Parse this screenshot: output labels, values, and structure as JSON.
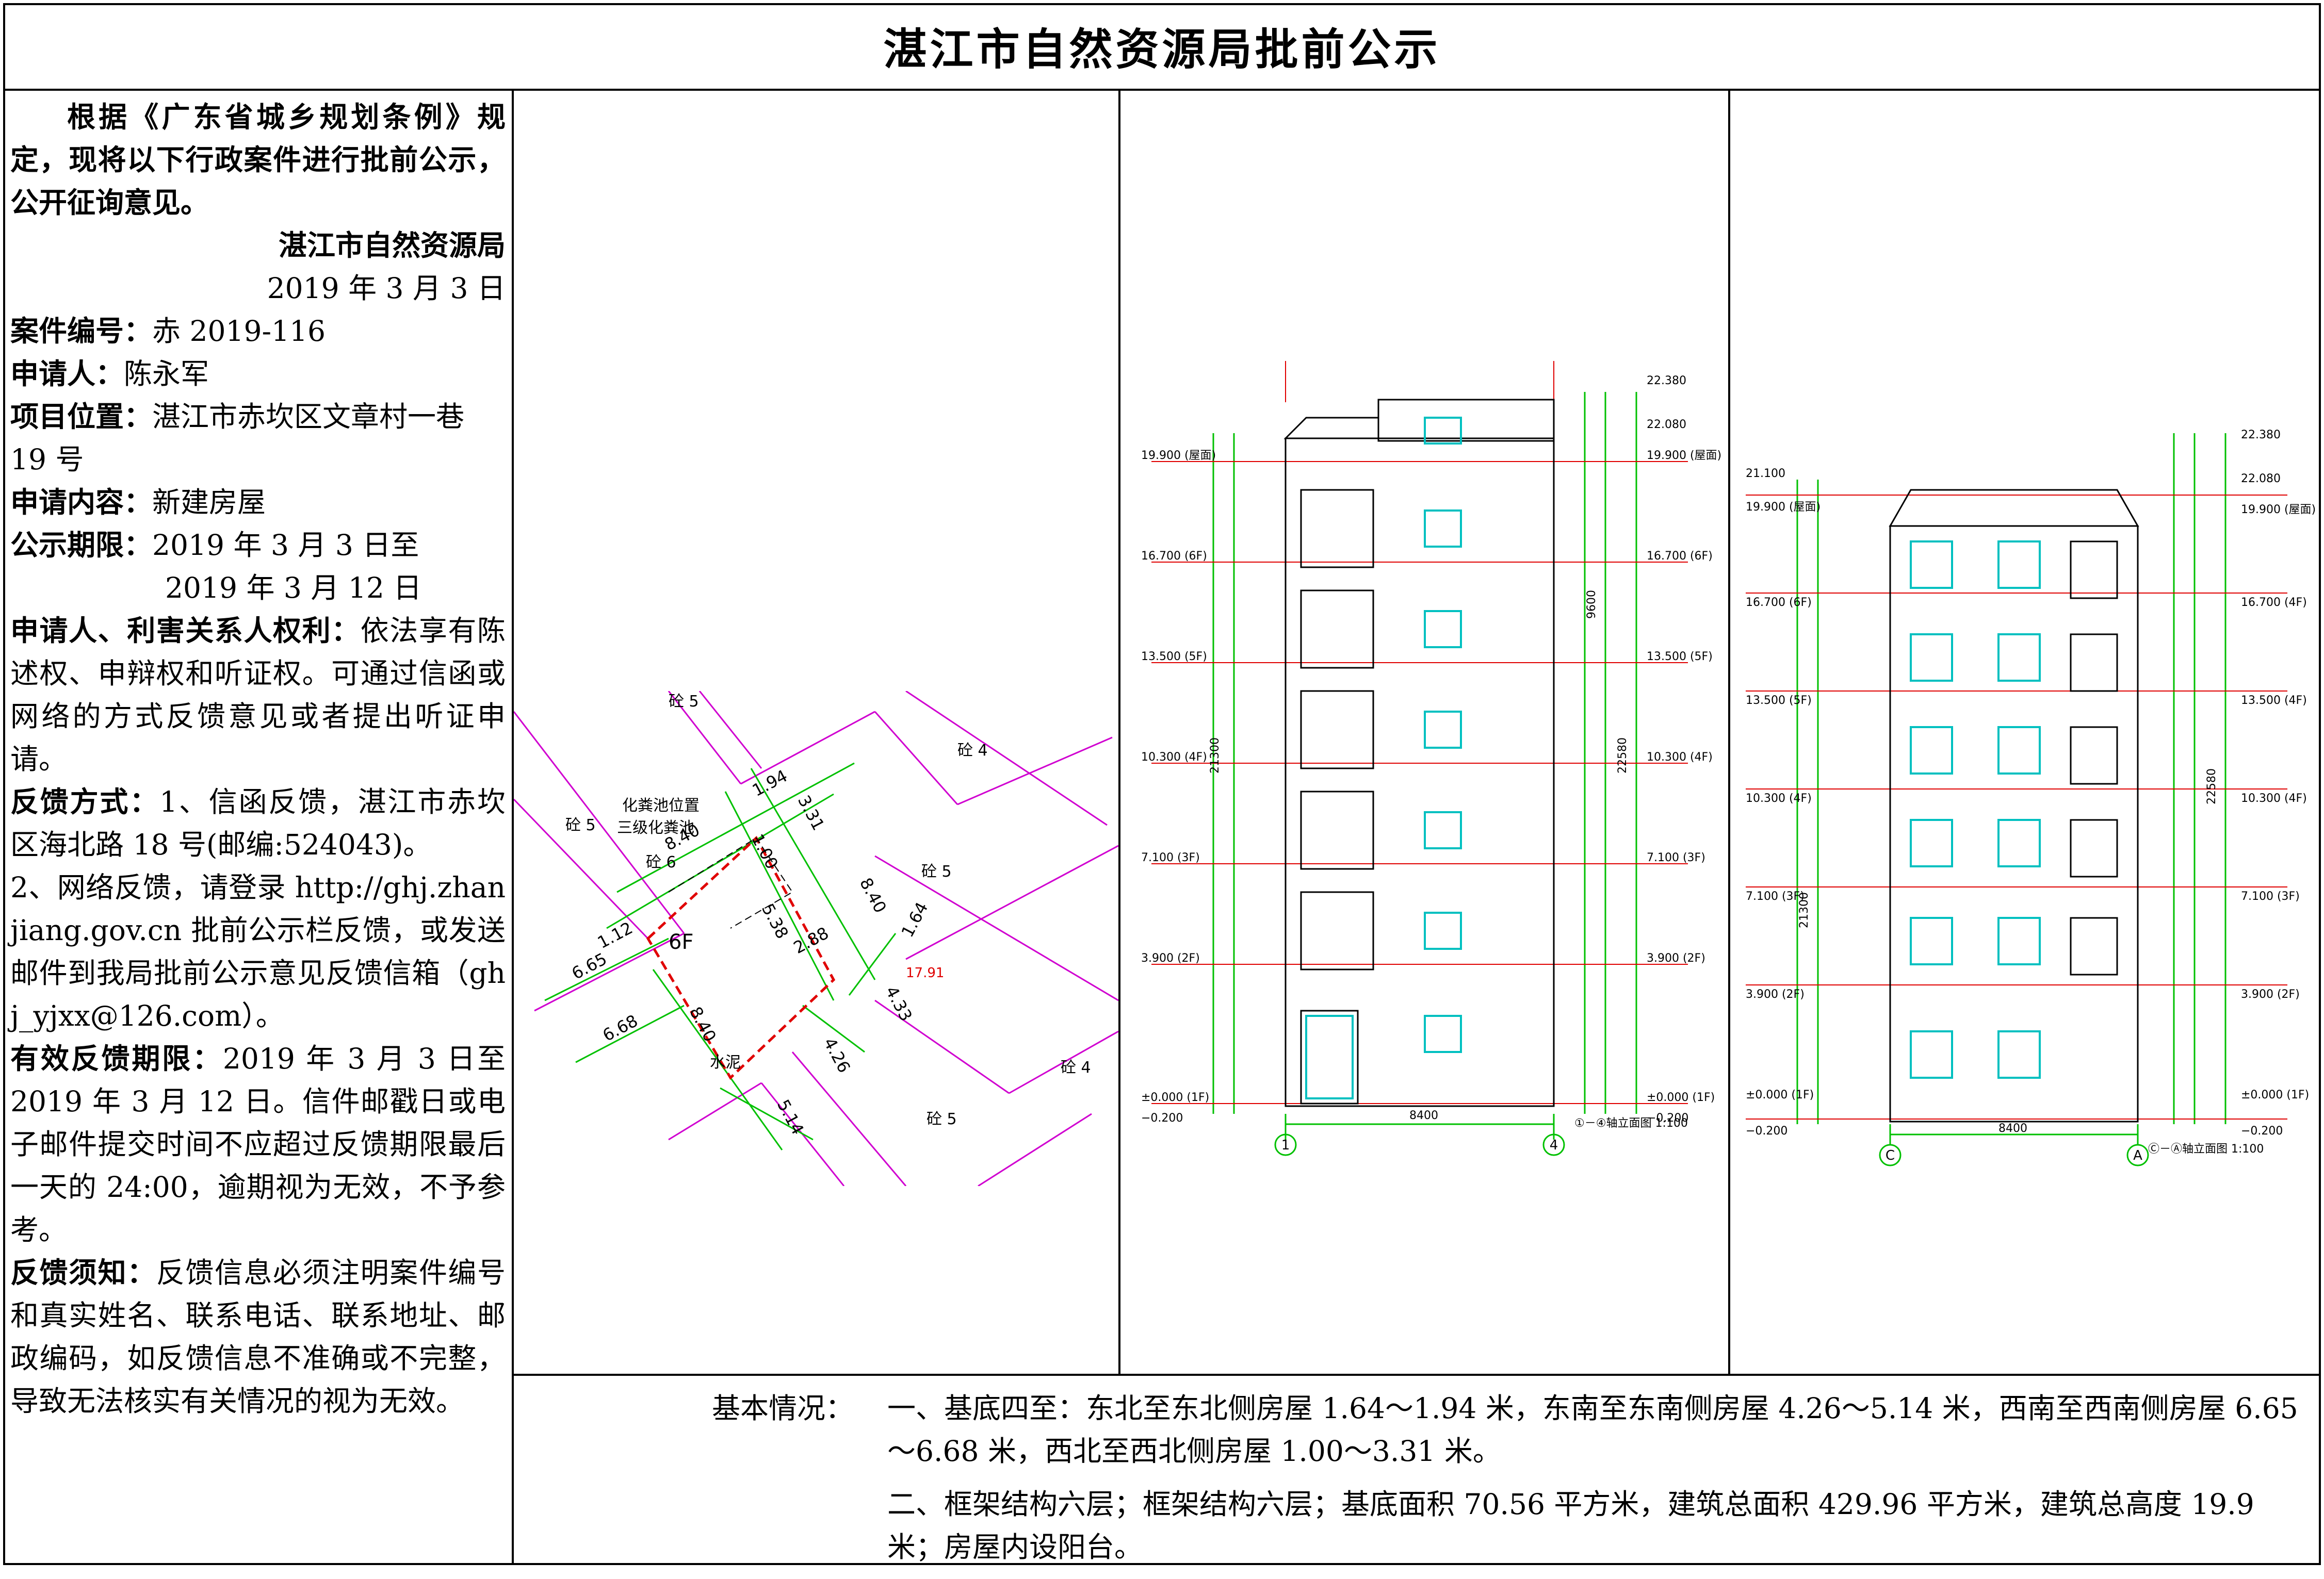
{
  "title": "湛江市自然资源局批前公示",
  "left": {
    "intro": "根据《广东省城乡规划条例》规定，现将以下行政案件进行批前公示，公开征询意见。",
    "issuer": "湛江市自然资源局",
    "date": "2019 年 3 月 3 日",
    "case_no_label": "案件编号：",
    "case_no": "赤 2019-116",
    "applicant_label": "申请人：",
    "applicant": "陈永军",
    "location_label": "项目位置：",
    "location": "湛江市赤坎区文章村一巷 19 号",
    "content_label": "申请内容：",
    "content": "新建房屋",
    "period_label": "公示期限：",
    "period_1": "2019 年 3 月 3 日至",
    "period_2": "2019 年 3 月 12 日",
    "rights_label": "申请人、利害关系人权利：",
    "rights": "依法享有陈述权、申辩权和听证权。可通过信函或网络的方式反馈意见或者提出听证申请。",
    "feedback_label": "反馈方式：",
    "feedback_1": "1、信函反馈，湛江市赤坎区海北路 18 号(邮编:524043)。",
    "feedback_2": "2、网络反馈，请登录 http://ghj.zhanjiang.gov.cn 批前公示栏反馈，或发送邮件到我局批前公示意见反馈信箱（ghj_yjxx@126.com）。",
    "deadline_label": "有效反馈期限：",
    "deadline": "2019 年 3 月 3 日至 2019 年 3 月 12 日。信件邮戳日或电子邮件提交时间不应超过反馈期限最后一天的 24:00，逾期视为无效，不予参考。",
    "notice_label": "反馈须知：",
    "notice": "反馈信息必须注明案件编号和真实姓名、联系电话、联系地址、邮政编码，如反馈信息不准确或不完整，导致无法核实有关情况的视为无效。"
  },
  "site_plan": {
    "labels": [
      "砼 5",
      "砼 4",
      "砼 5",
      "砼 6",
      "砼 5",
      "砼 4",
      "砼 5",
      "化粪池位置",
      "三级化粪池",
      "6F",
      "水泥"
    ],
    "dims": [
      "1.94",
      "3.31",
      "8.40",
      "1.00",
      "5.38",
      "2.88",
      "8.40",
      "1.64",
      "6.65",
      "1.12",
      "6.68",
      "8.40",
      "17.91",
      "4.33",
      "4.26",
      "5.14"
    ]
  },
  "elev1": {
    "caption": "①－④轴立面图  1:100",
    "axes": [
      "1",
      "4"
    ],
    "width": "8400",
    "left_levels": [
      "19.900 (屋面)",
      "16.700 (6F)",
      "13.500 (5F)",
      "10.300 (4F)",
      "7.100 (3F)",
      "3.900 (2F)",
      "±0.000 (1F)",
      "−0.200"
    ],
    "right_levels": [
      "22.380",
      "22.080",
      "19.900 (屋面)",
      "16.700 (6F)",
      "13.500 (5F)",
      "10.300 (4F)",
      "7.100 (3F)",
      "3.900 (2F)",
      "±0.000 (1F)",
      "−0.200"
    ],
    "totals": [
      "21300",
      "22580",
      "9600"
    ]
  },
  "elev2": {
    "caption": "Ⓒ－Ⓐ轴立面图  1:100",
    "axes": [
      "C",
      "A"
    ],
    "width": "8400",
    "left_levels": [
      "21.100",
      "19.900 (屋面)",
      "16.700 (6F)",
      "13.500 (5F)",
      "10.300 (4F)",
      "7.100 (3F)",
      "3.900 (2F)",
      "±0.000 (1F)",
      "−0.200"
    ],
    "right_levels": [
      "22.380",
      "22.080",
      "19.900 (屋面)",
      "16.700 (4F)",
      "13.500 (4F)",
      "10.300 (4F)",
      "7.100 (3F)",
      "3.900 (2F)",
      "±0.000 (1F)",
      "−0.200"
    ],
    "totals": [
      "21300",
      "22580"
    ]
  },
  "basic": {
    "label": "基本情况：",
    "line1": "一、基底四至：东北至东北侧房屋 1.64～1.94 米，东南至东南侧房屋 4.26～5.14 米，西南至西南侧房屋 6.65～6.68 米，西北至西北侧房屋 1.00～3.31 米。",
    "line2": "二、框架结构六层；框架结构六层；基底面积 70.56 平方米，建筑总面积 429.96 平方米，建筑总高度 19.9 米；房屋内设阳台。"
  }
}
